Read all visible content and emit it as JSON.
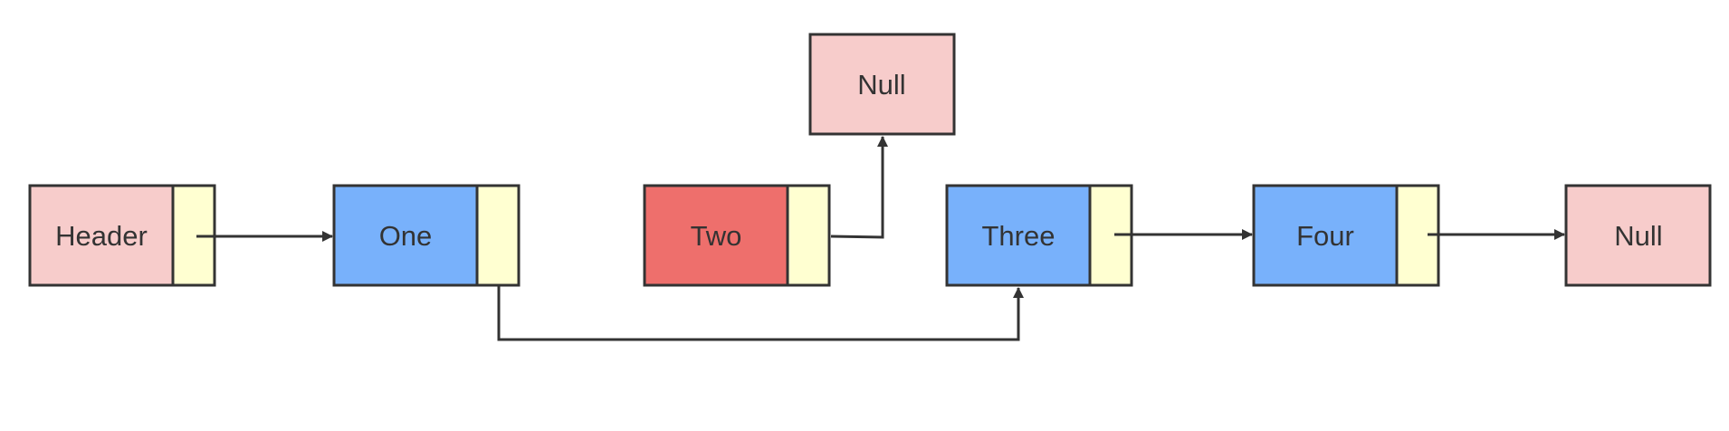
{
  "nodes": [
    {
      "id": "header",
      "label": "Header",
      "kind": "head"
    },
    {
      "id": "one",
      "label": "One",
      "kind": "normal"
    },
    {
      "id": "two",
      "label": "Two",
      "kind": "removed"
    },
    {
      "id": "three",
      "label": "Three",
      "kind": "normal"
    },
    {
      "id": "four",
      "label": "Four",
      "kind": "normal"
    }
  ],
  "null_boxes": [
    {
      "id": "null-top",
      "label": "Null"
    },
    {
      "id": "null-end",
      "label": "Null"
    }
  ],
  "colors": {
    "head_fill": "#f7cccb",
    "normal_fill": "#78b1fb",
    "removed_fill": "#ee6f6c",
    "pointer_fill": "#ffffd1",
    "null_fill": "#f7cccb",
    "stroke": "#333333"
  }
}
